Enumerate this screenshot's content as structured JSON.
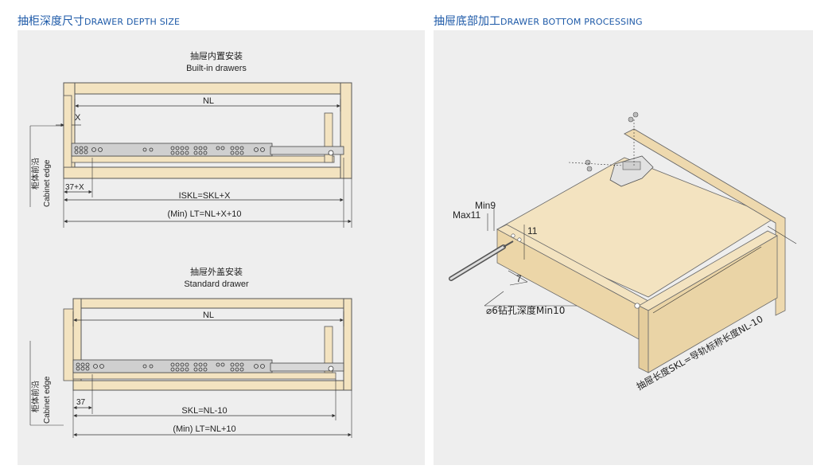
{
  "left_section": {
    "title_cn": "抽柜深度尺寸",
    "title_en": "DRAWER DEPTH SIZE",
    "builtin": {
      "title_cn": "抽屉内置安装",
      "title_en": "Built-in drawers",
      "nl_label": "NL",
      "x_label": "X",
      "offset_label": "37+X",
      "skl_label": "ISKL=SKL+X",
      "lt_label": "(Min) LT=NL+X+10",
      "edge_cn": "柜体前沿",
      "edge_en": "Cabinet edge"
    },
    "standard": {
      "title_cn": "抽屉外盖安装",
      "title_en": "Standard drawer",
      "nl_label": "NL",
      "offset_label": "37",
      "skl_label": "SKL=NL-10",
      "lt_label": "(Min) LT=NL+10",
      "edge_cn": "柜体前沿",
      "edge_en": "Cabinet edge"
    }
  },
  "right_section": {
    "title_cn": "抽屉底部加工",
    "title_en": "DRAWER BOTTOM PROCESSING",
    "min_label": "Min9",
    "max_label": "Max11",
    "dim_11": "11",
    "dim_7": "7",
    "drill_label": "⌀6钻孔深度Min10",
    "length_label": "抽屉长度SKL=导轨标称长度NL-10"
  },
  "colors": {
    "wood": "#f3e3c0",
    "wood_edge": "#5a5a5a",
    "slide": "#cfcfcf",
    "panel_bg": "#eeeeee",
    "title_blue": "#1e5aa8"
  }
}
